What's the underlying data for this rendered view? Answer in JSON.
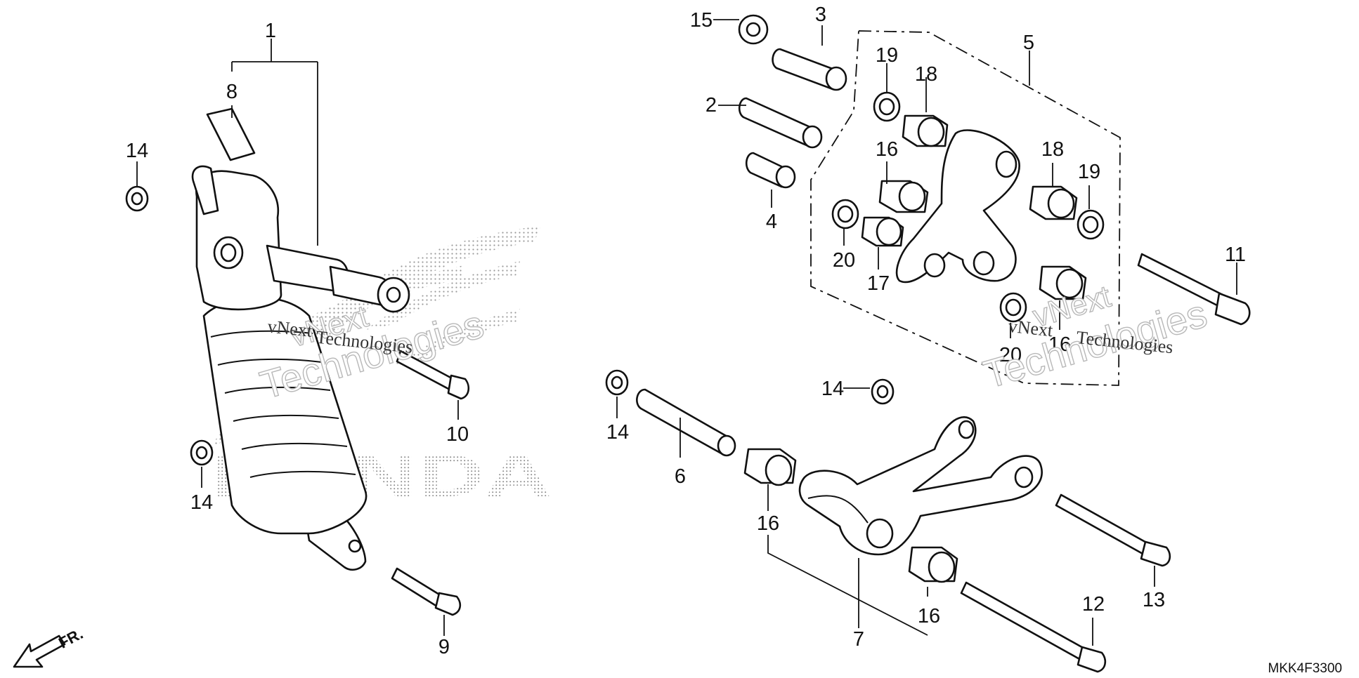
{
  "diagram": {
    "code": "MKK4F3300",
    "direction_arrow_label": "FR.",
    "watermark_lines": [
      "vNext",
      "Technologies"
    ],
    "brand_watermark": "HONDA",
    "part_labels": [
      {
        "id": "1",
        "text": "1"
      },
      {
        "id": "2",
        "text": "2"
      },
      {
        "id": "3",
        "text": "3"
      },
      {
        "id": "4",
        "text": "4"
      },
      {
        "id": "5",
        "text": "5"
      },
      {
        "id": "6",
        "text": "6"
      },
      {
        "id": "7",
        "text": "7"
      },
      {
        "id": "8",
        "text": "8"
      },
      {
        "id": "9",
        "text": "9"
      },
      {
        "id": "10",
        "text": "10"
      },
      {
        "id": "11",
        "text": "11"
      },
      {
        "id": "12",
        "text": "12"
      },
      {
        "id": "13",
        "text": "13"
      },
      {
        "id": "14a",
        "text": "14"
      },
      {
        "id": "14b",
        "text": "14"
      },
      {
        "id": "14c",
        "text": "14"
      },
      {
        "id": "14d",
        "text": "14"
      },
      {
        "id": "15",
        "text": "15"
      },
      {
        "id": "16a",
        "text": "16"
      },
      {
        "id": "16b",
        "text": "16"
      },
      {
        "id": "16c",
        "text": "16"
      },
      {
        "id": "16d",
        "text": "16"
      },
      {
        "id": "16e",
        "text": "16"
      },
      {
        "id": "17",
        "text": "17"
      },
      {
        "id": "18a",
        "text": "18"
      },
      {
        "id": "18b",
        "text": "18"
      },
      {
        "id": "19a",
        "text": "19"
      },
      {
        "id": "19b",
        "text": "19"
      },
      {
        "id": "20a",
        "text": "20"
      },
      {
        "id": "20b",
        "text": "20"
      }
    ]
  }
}
